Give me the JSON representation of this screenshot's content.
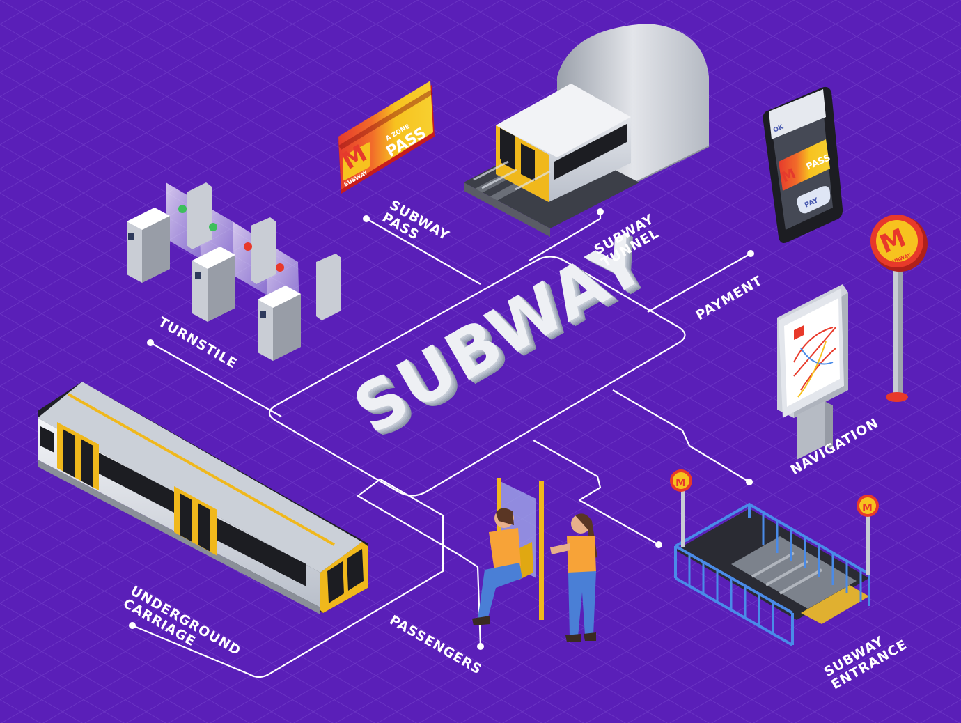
{
  "title": "SUBWAY",
  "labels": {
    "subway_pass": [
      "SUBWAY",
      "PASS"
    ],
    "subway_tunnel": [
      "SUBWAY",
      "TUNNEL"
    ],
    "payment": "PAYMENT",
    "turnstile": "TURNSTILE",
    "navigation": "NAVIGATION",
    "underground_carriage": [
      "UNDERGROUND",
      "CARRIAGE"
    ],
    "passengers": "PASSENGERS",
    "subway_entrance": [
      "SUBWAY",
      "ENTRANCE"
    ]
  },
  "card": {
    "logo_letter": "M",
    "logo_text": "SUBWAY",
    "zone_text": "A ZONE",
    "pass_text": "PASS"
  },
  "phone": {
    "ok_text": "OK",
    "pay_button": "PAY"
  },
  "sign": {
    "letter": "M",
    "text": "SUBWAY"
  },
  "colors": {
    "background": "#5a1fb8",
    "line": "#ffffff",
    "train_yellow": "#f0b81c",
    "train_silver": "#d9dde4",
    "sign_red": "#e8392a",
    "sign_yellow": "#f7c21f",
    "railing_blue": "#4a8be8"
  }
}
